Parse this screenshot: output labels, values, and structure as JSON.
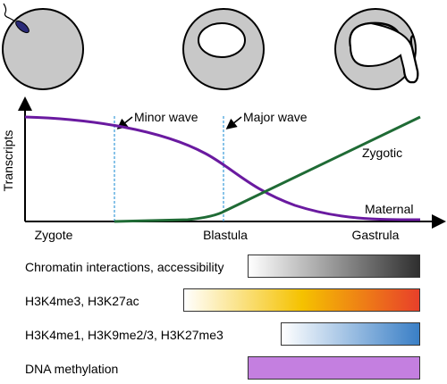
{
  "axes": {
    "y_label": "Transcripts",
    "x_ticks": [
      "Zygote",
      "Blastula",
      "Gastrula"
    ]
  },
  "events": {
    "minor_wave": "Minor wave",
    "major_wave": "Major wave"
  },
  "curves": {
    "zygotic_label": "Zygotic",
    "maternal_label": "Maternal",
    "zygotic_color": "#1f6b35",
    "maternal_color": "#6a1aa0"
  },
  "bars": [
    {
      "label": "Chromatin interactions, accessibility",
      "start_color": "#ffffff",
      "end_color": "#2f2f2f"
    },
    {
      "label": "H3K4me3, H3K27ac",
      "start_color": "#ffffff",
      "mid_color": "#f5c200",
      "end_color": "#e8402a"
    },
    {
      "label": "H3K4me1, H3K9me2/3, H3K27me3",
      "start_color": "#ffffff",
      "end_color": "#3a7fc6"
    },
    {
      "label": "DNA methylation",
      "start_color": "#c47fe0",
      "end_color": "#c47fe0"
    }
  ]
}
